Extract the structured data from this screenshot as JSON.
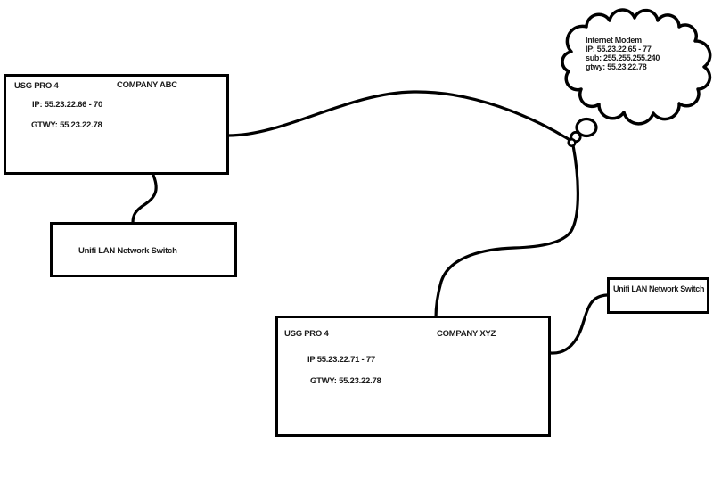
{
  "background": "#ffffff",
  "line_color": "#000000",
  "abc_router": {
    "title": "USG PRO 4",
    "company": "COMPANY ABC",
    "ip": "IP: 55.23.22.66 - 70",
    "gateway": "GTWY: 55.23.22.78"
  },
  "abc_switch": {
    "label": "Unifi LAN Network Switch"
  },
  "xyz_router": {
    "title": "USG PRO 4",
    "company": "COMPANY XYZ",
    "ip": "IP 55.23.22.71 - 77",
    "gateway": "GTWY: 55.23.22.78"
  },
  "xyz_switch": {
    "label": "Unifi LAN Network Switch"
  },
  "modem": {
    "title": "Internet Modem",
    "ip": "IP: 55.23.22.65 - 77",
    "subnet": "sub: 255.255.255.240",
    "gateway": "gtwy: 55.23.22.78"
  }
}
